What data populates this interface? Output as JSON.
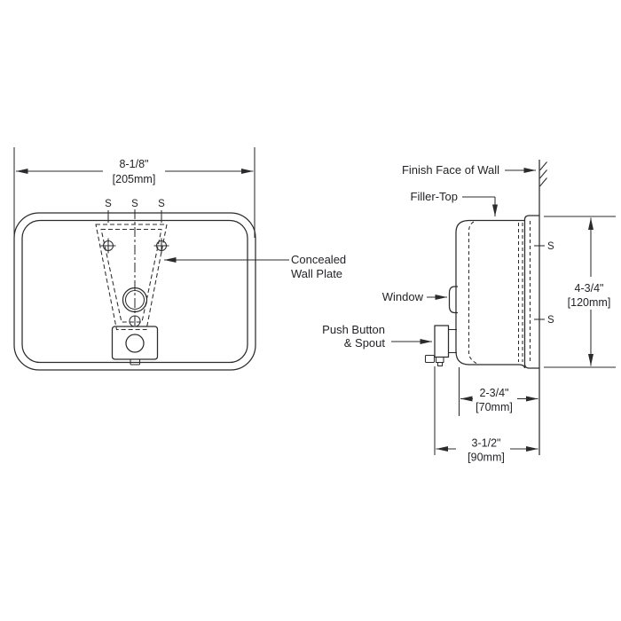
{
  "colors": {
    "line": "#2b2b2e",
    "background": "#ffffff"
  },
  "front_view": {
    "width_dim": {
      "imperial": "8-1/8\"",
      "metric": "[205mm]"
    },
    "screw_labels": [
      "S",
      "S",
      "S"
    ],
    "callout": {
      "line1": "Concealed",
      "line2": "Wall Plate"
    }
  },
  "side_view": {
    "finish_face_label": "Finish Face of Wall",
    "filler_top_label": "Filler-Top",
    "window_label": "Window",
    "push_button_label": {
      "line1": "Push Button",
      "line2": "& Spout"
    },
    "screw_labels": [
      "S",
      "S"
    ],
    "height_dim": {
      "imperial": "4-3/4\"",
      "metric": "[120mm]"
    },
    "depth_dim": {
      "imperial": "2-3/4\"",
      "metric": "[70mm]"
    },
    "projection_dim": {
      "imperial": "3-1/2\"",
      "metric": "[90mm]"
    }
  }
}
